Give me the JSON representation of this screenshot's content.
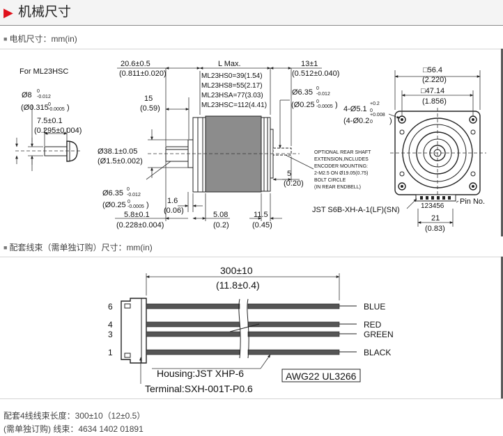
{
  "header": {
    "arrow_glyph": "▶",
    "title": "机械尺寸"
  },
  "section1": {
    "label": "电机尺寸：mm(in)"
  },
  "section2": {
    "label": "配套线束（需单独订购）尺寸：mm(in)"
  },
  "motor_drawing": {
    "model_label": "For ML23HSC",
    "shaft_dia": "Ø8",
    "shaft_dia_tol_sup": "0",
    "shaft_dia_tol_sub": "-0.012",
    "shaft_dia_in": "(Ø0.315",
    "shaft_dia_in_tol_sup": "0",
    "shaft_dia_in_tol_sub": "-0.0005",
    "shaft_dia_in_close": ")",
    "flat_len": "7.5±0.1",
    "flat_len_in": "(0.295±0.004)",
    "front_len": "20.6±0.5",
    "front_len_in": "(0.811±0.020)",
    "l_max": "L Max.",
    "l_rows": [
      "ML23HS0=39(1.54)",
      "ML23HS8=55(2.17)",
      "ML23HSA=77(3.03)",
      "ML23HSC=112(4.41)"
    ],
    "rear_len": "13±1",
    "rear_len_in": "(0.512±0.040)",
    "key_len": "15",
    "key_len_in": "(0.59)",
    "rear_shaft_dia": "Ø6.35",
    "rear_shaft_tol_sup": "0",
    "rear_shaft_tol_sub": "-0.012",
    "rear_shaft_in": "(Ø0.25",
    "rear_shaft_in_tol_sup": "0",
    "rear_shaft_in_tol_sub": "-0.0005",
    "rear_shaft_in_close": ")",
    "pilot_dia": "Ø38.1±0.05",
    "pilot_dia_in": "(Ø1.5±0.002)",
    "front_shaft_dia": "Ø6.35",
    "front_shaft_tol_sup": "0",
    "front_shaft_tol_sub": "-0.012",
    "front_shaft_in": "(Ø0.25",
    "front_shaft_in_tol_sup": "0",
    "front_shaft_in_tol_sub": "-0.0005",
    "front_shaft_in_close": ")",
    "pilot_h": "1.6",
    "pilot_h_in": "(0.06)",
    "flange_t": "5.08",
    "flange_t_in": "(0.2)",
    "rear_cap": "11.5",
    "rear_cap_in": "(0.45)",
    "flat_depth": "5.8±0.1",
    "flat_depth_in": "(0.228±0.004)",
    "rear_ext": "5",
    "rear_ext_in": "(0.20)",
    "rear_note": [
      "OPTIONAL REAR SHAFT",
      "EXTENSION,INCLUDES",
      "ENCODER MOUNTING:",
      "2-M2.5 ON Ø19.05(0.75)",
      "BOLT CIRCLE",
      "(IN REAR ENDBELL)"
    ],
    "square": "□56.4",
    "square_in": "(2.220)",
    "bolt_sq": "□47.14",
    "bolt_sq_in": "(1.856)",
    "hole": "4-Ø5.1",
    "hole_tol_sup": "+0.2",
    "hole_tol_sub": "0",
    "hole_in": "(4-Ø0.2",
    "hole_in_tol_sup": "+0.008",
    "hole_in_tol_sub": "0",
    "hole_in_close": ")",
    "connector": "JST S6B-XH-A-1(LF)(SN)",
    "pin_numbers": "123456",
    "pin_no": "Pin No.",
    "conn_w": "21",
    "conn_w_in": "(0.83)"
  },
  "harness_drawing": {
    "length": "300±10",
    "length_in": "(11.8±0.4)",
    "pins": [
      "6",
      "4",
      "3",
      "1"
    ],
    "wires": [
      {
        "label": "BLUE",
        "color": "#555555"
      },
      {
        "label": "RED",
        "color": "#555555"
      },
      {
        "label": "GREEN",
        "color": "#555555"
      },
      {
        "label": "BLACK",
        "color": "#555555"
      }
    ],
    "housing": "Housing:JST XHP-6",
    "terminal": "Terminal:SXH-001T-P0.6",
    "awg": "AWG22 UL3266"
  },
  "footer": {
    "line1": "配套4线线束长度：300±10（12±0.5）",
    "line2": "(需单独订购) 线束：4634 1402 01891"
  },
  "colors": {
    "accent": "#e0111b",
    "motor_body": "#8c8c8c",
    "wire": "#555555"
  }
}
